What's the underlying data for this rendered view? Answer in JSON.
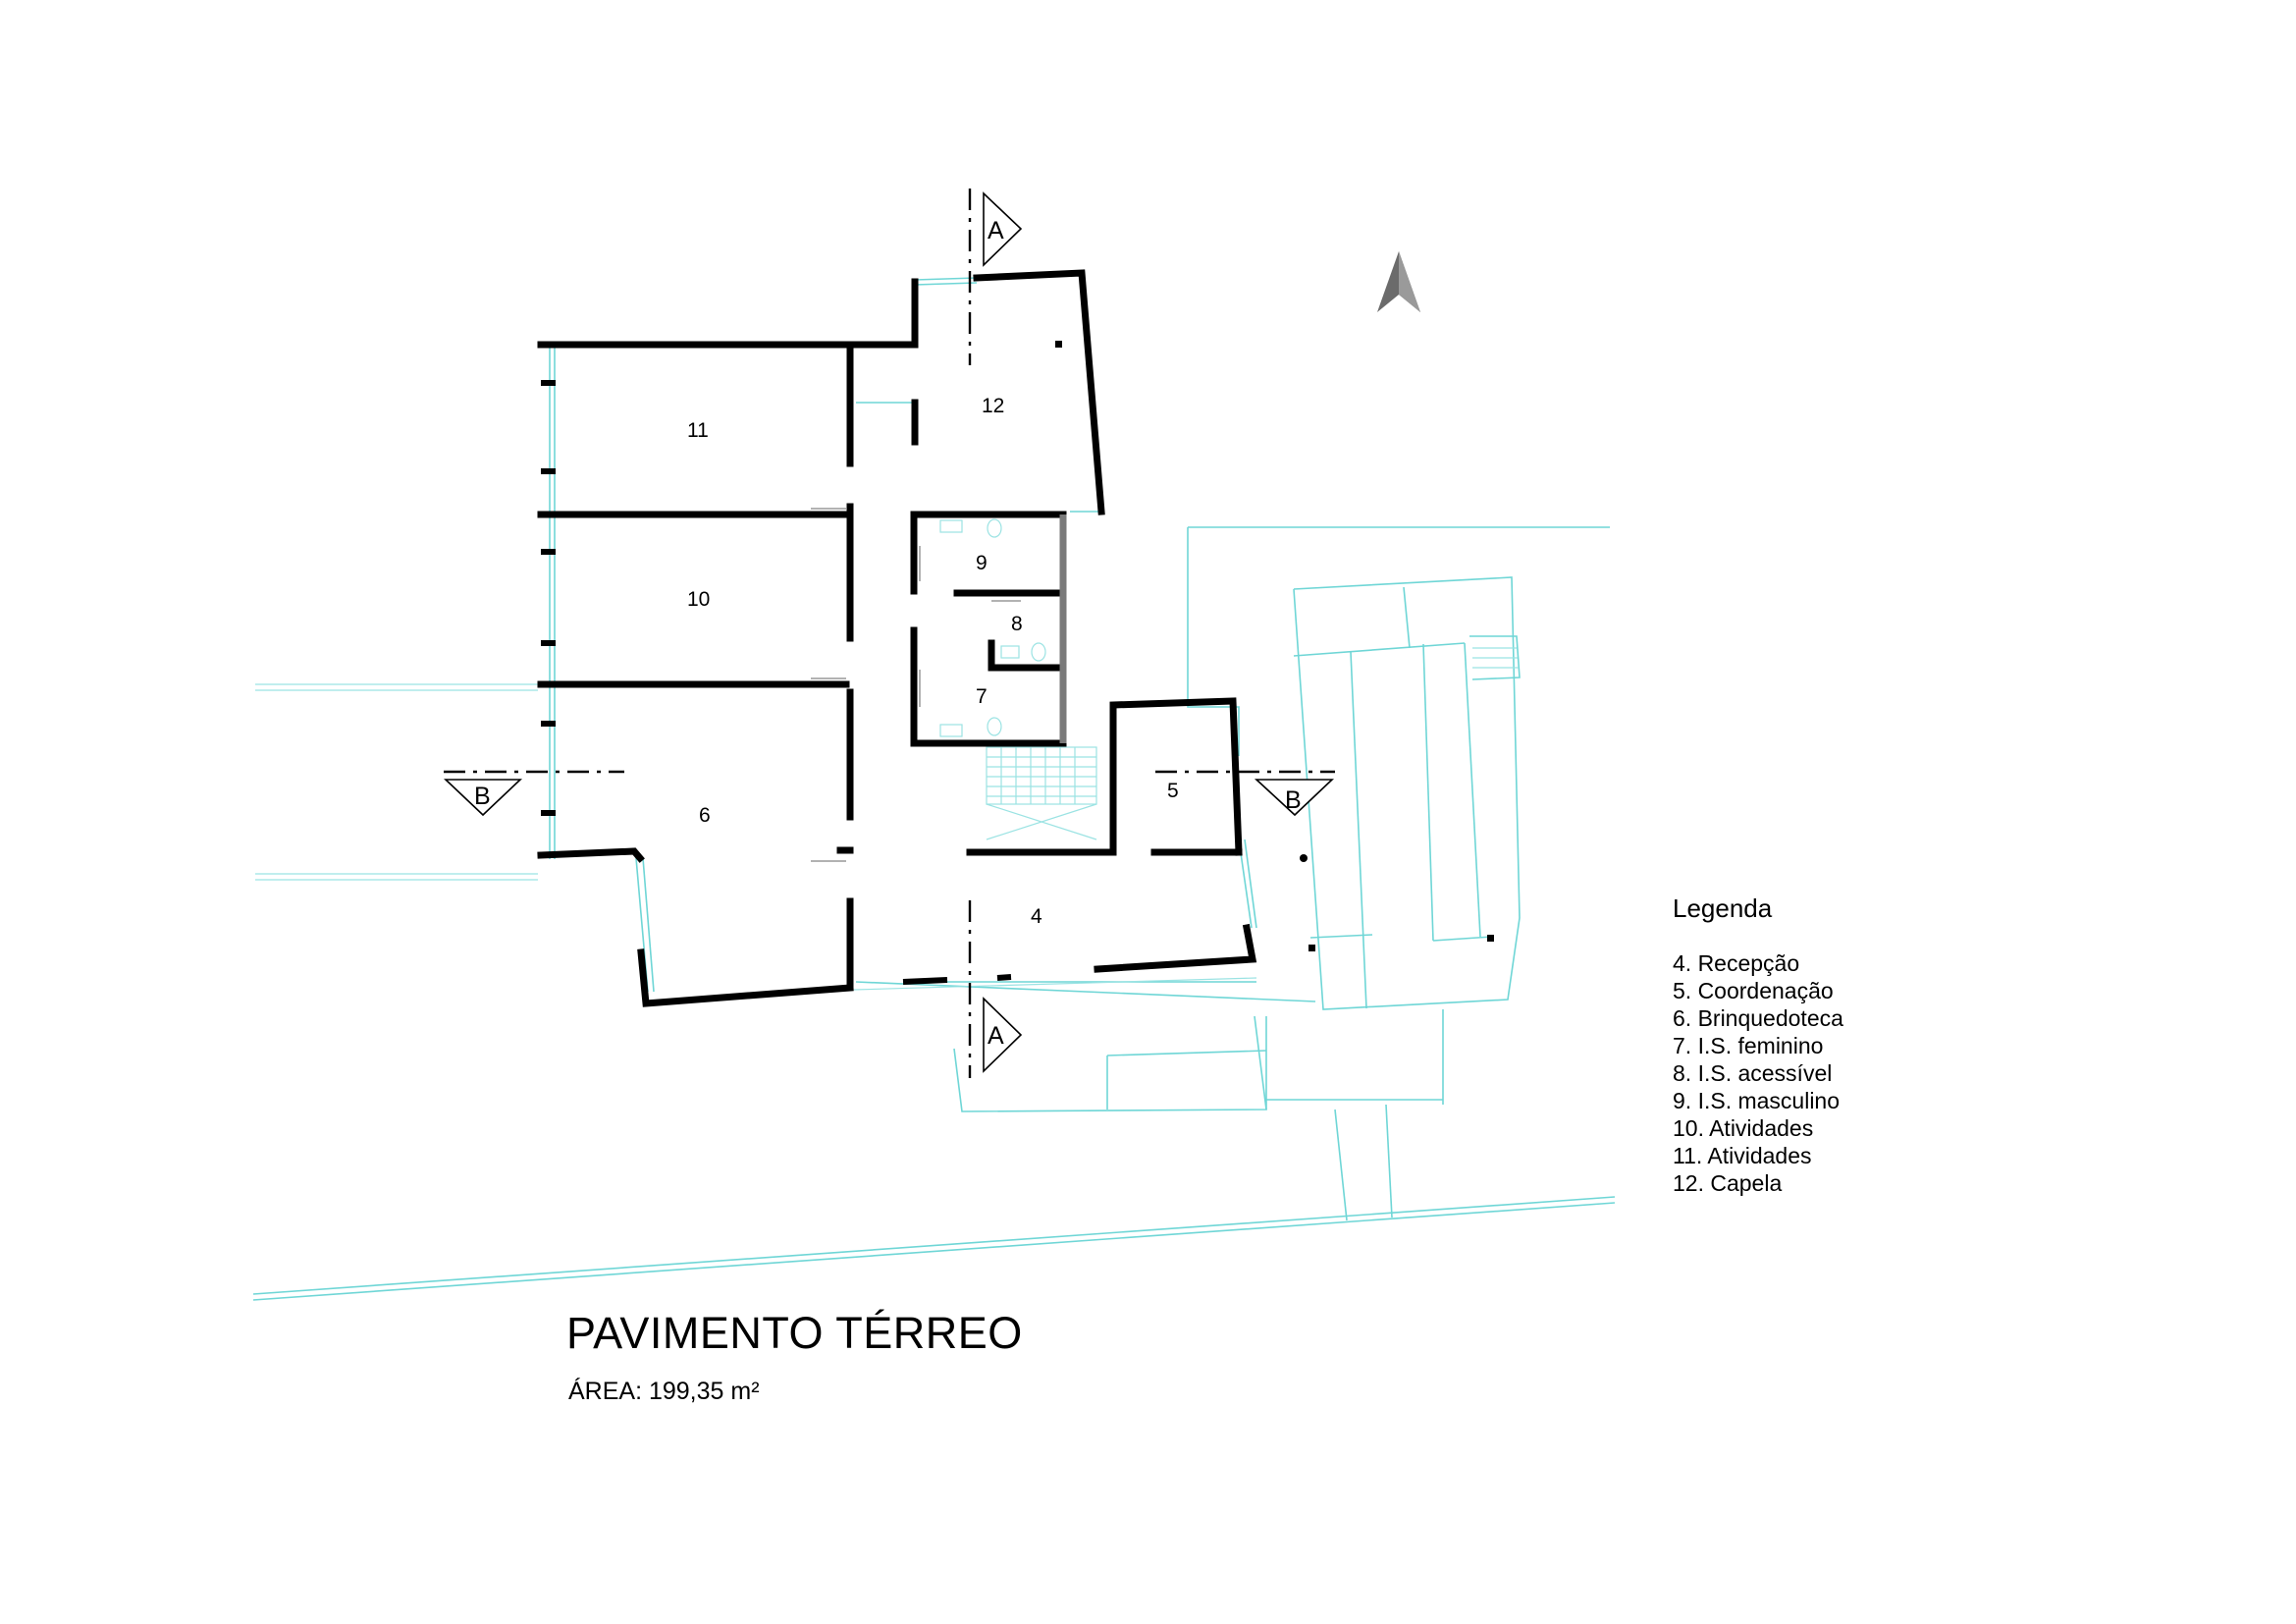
{
  "rooms": {
    "r4": "4",
    "r5": "5",
    "r6": "6",
    "r7": "7",
    "r8": "8",
    "r9": "9",
    "r10": "10",
    "r11": "11",
    "r12": "12"
  },
  "section_marks": {
    "a_top": "A",
    "a_bottom": "A",
    "b_left": "B",
    "b_right": "B"
  },
  "legend": {
    "title": "Legenda",
    "items": [
      "4. Recepção",
      "5. Coordenação",
      "6. Brinquedoteca",
      "7. I.S. feminino",
      "8. I.S. acessível",
      "9. I.S. masculino",
      "10. Atividades",
      "11. Atividades",
      "12. Capela"
    ]
  },
  "plan_title": "PAVIMENTO TÉRREO",
  "area_label": "ÁREA: 199,35 m²",
  "colors": {
    "walls": "#000000",
    "site_lines": "#6fd6d6",
    "background": "#ffffff"
  },
  "icons": {
    "north": "north-arrow-icon"
  }
}
